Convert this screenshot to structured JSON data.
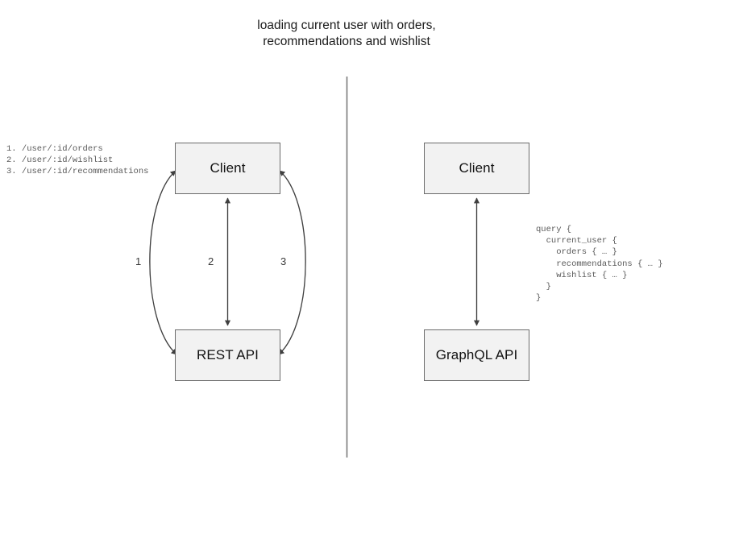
{
  "diagram": {
    "title": "loading current user with orders,\nrecommendations and wishlist",
    "divider": {
      "name": "vertical-divider",
      "color": "#7a7a7a"
    },
    "colors": {
      "node_fill": "#f2f2f2",
      "node_stroke": "#6b6b6b",
      "edge_stroke": "#3f3f3f",
      "text": "#121212",
      "code_text": "#5a5a5a"
    },
    "left_panel": {
      "name": "rest-side",
      "nodes": [
        {
          "id": "client-rest",
          "label": "Client"
        },
        {
          "id": "rest-api",
          "label": "REST API"
        }
      ],
      "edges": [
        {
          "id": "edge-1",
          "label": "1",
          "from": "client-rest",
          "to": "rest-api",
          "style": "curved-left",
          "arrows": "both"
        },
        {
          "id": "edge-2",
          "label": "2",
          "from": "client-rest",
          "to": "rest-api",
          "style": "straight",
          "arrows": "both"
        },
        {
          "id": "edge-3",
          "label": "3",
          "from": "client-rest",
          "to": "rest-api",
          "style": "curved-right",
          "arrows": "both"
        }
      ],
      "endpoint_list": "1. /user/:id/orders\n2. /user/:id/wishlist\n3. /user/:id/recommendations"
    },
    "right_panel": {
      "name": "graphql-side",
      "nodes": [
        {
          "id": "client-gql",
          "label": "Client"
        },
        {
          "id": "graphql-api",
          "label": "GraphQL API"
        }
      ],
      "edges": [
        {
          "id": "edge-gql",
          "label": "",
          "from": "client-gql",
          "to": "graphql-api",
          "style": "straight",
          "arrows": "both"
        }
      ],
      "query": "query {\n  current_user {\n    orders { … }\n    recommendations { … }\n    wishlist { … }\n  }\n}"
    }
  }
}
